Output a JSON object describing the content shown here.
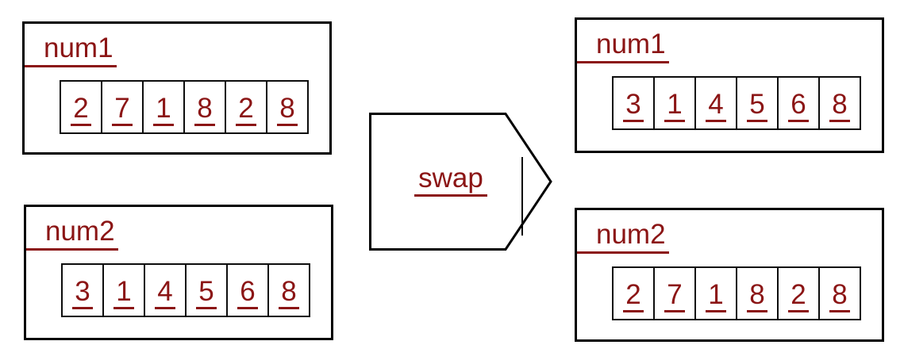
{
  "colors": {
    "accent_text": "#8b1515",
    "line": "#000000",
    "background": "#ffffff"
  },
  "operation": {
    "label": "swap"
  },
  "before": {
    "num1": {
      "label": "num1",
      "digits": [
        "2",
        "7",
        "1",
        "8",
        "2",
        "8"
      ]
    },
    "num2": {
      "label": "num2",
      "digits": [
        "3",
        "1",
        "4",
        "5",
        "6",
        "8"
      ]
    }
  },
  "after": {
    "num1": {
      "label": "num1",
      "digits": [
        "3",
        "1",
        "4",
        "5",
        "6",
        "8"
      ]
    },
    "num2": {
      "label": "num2",
      "digits": [
        "2",
        "7",
        "1",
        "8",
        "2",
        "8"
      ]
    }
  }
}
